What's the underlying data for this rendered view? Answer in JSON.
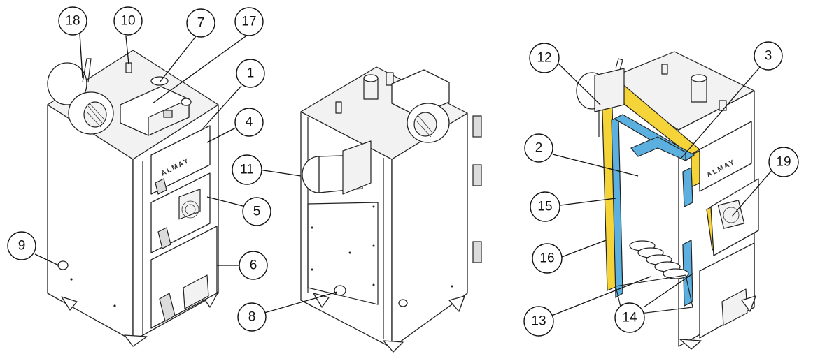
{
  "colors": {
    "insulation": "#f5d43a",
    "water_jacket": "#5bb0e0",
    "outline": "#222222"
  },
  "brand_logo": "ALMAY",
  "callouts": [
    {
      "id": "c18",
      "label": "18"
    },
    {
      "id": "c10",
      "label": "10"
    },
    {
      "id": "c7",
      "label": "7"
    },
    {
      "id": "c17",
      "label": "17"
    },
    {
      "id": "c1",
      "label": "1"
    },
    {
      "id": "c4",
      "label": "4"
    },
    {
      "id": "c11",
      "label": "11"
    },
    {
      "id": "c5",
      "label": "5"
    },
    {
      "id": "c6",
      "label": "6"
    },
    {
      "id": "c9",
      "label": "9"
    },
    {
      "id": "c8",
      "label": "8"
    },
    {
      "id": "c12",
      "label": "12"
    },
    {
      "id": "c3",
      "label": "3"
    },
    {
      "id": "c2",
      "label": "2"
    },
    {
      "id": "c19",
      "label": "19"
    },
    {
      "id": "c15",
      "label": "15"
    },
    {
      "id": "c16",
      "label": "16"
    },
    {
      "id": "c13",
      "label": "13"
    },
    {
      "id": "c14",
      "label": "14"
    }
  ]
}
